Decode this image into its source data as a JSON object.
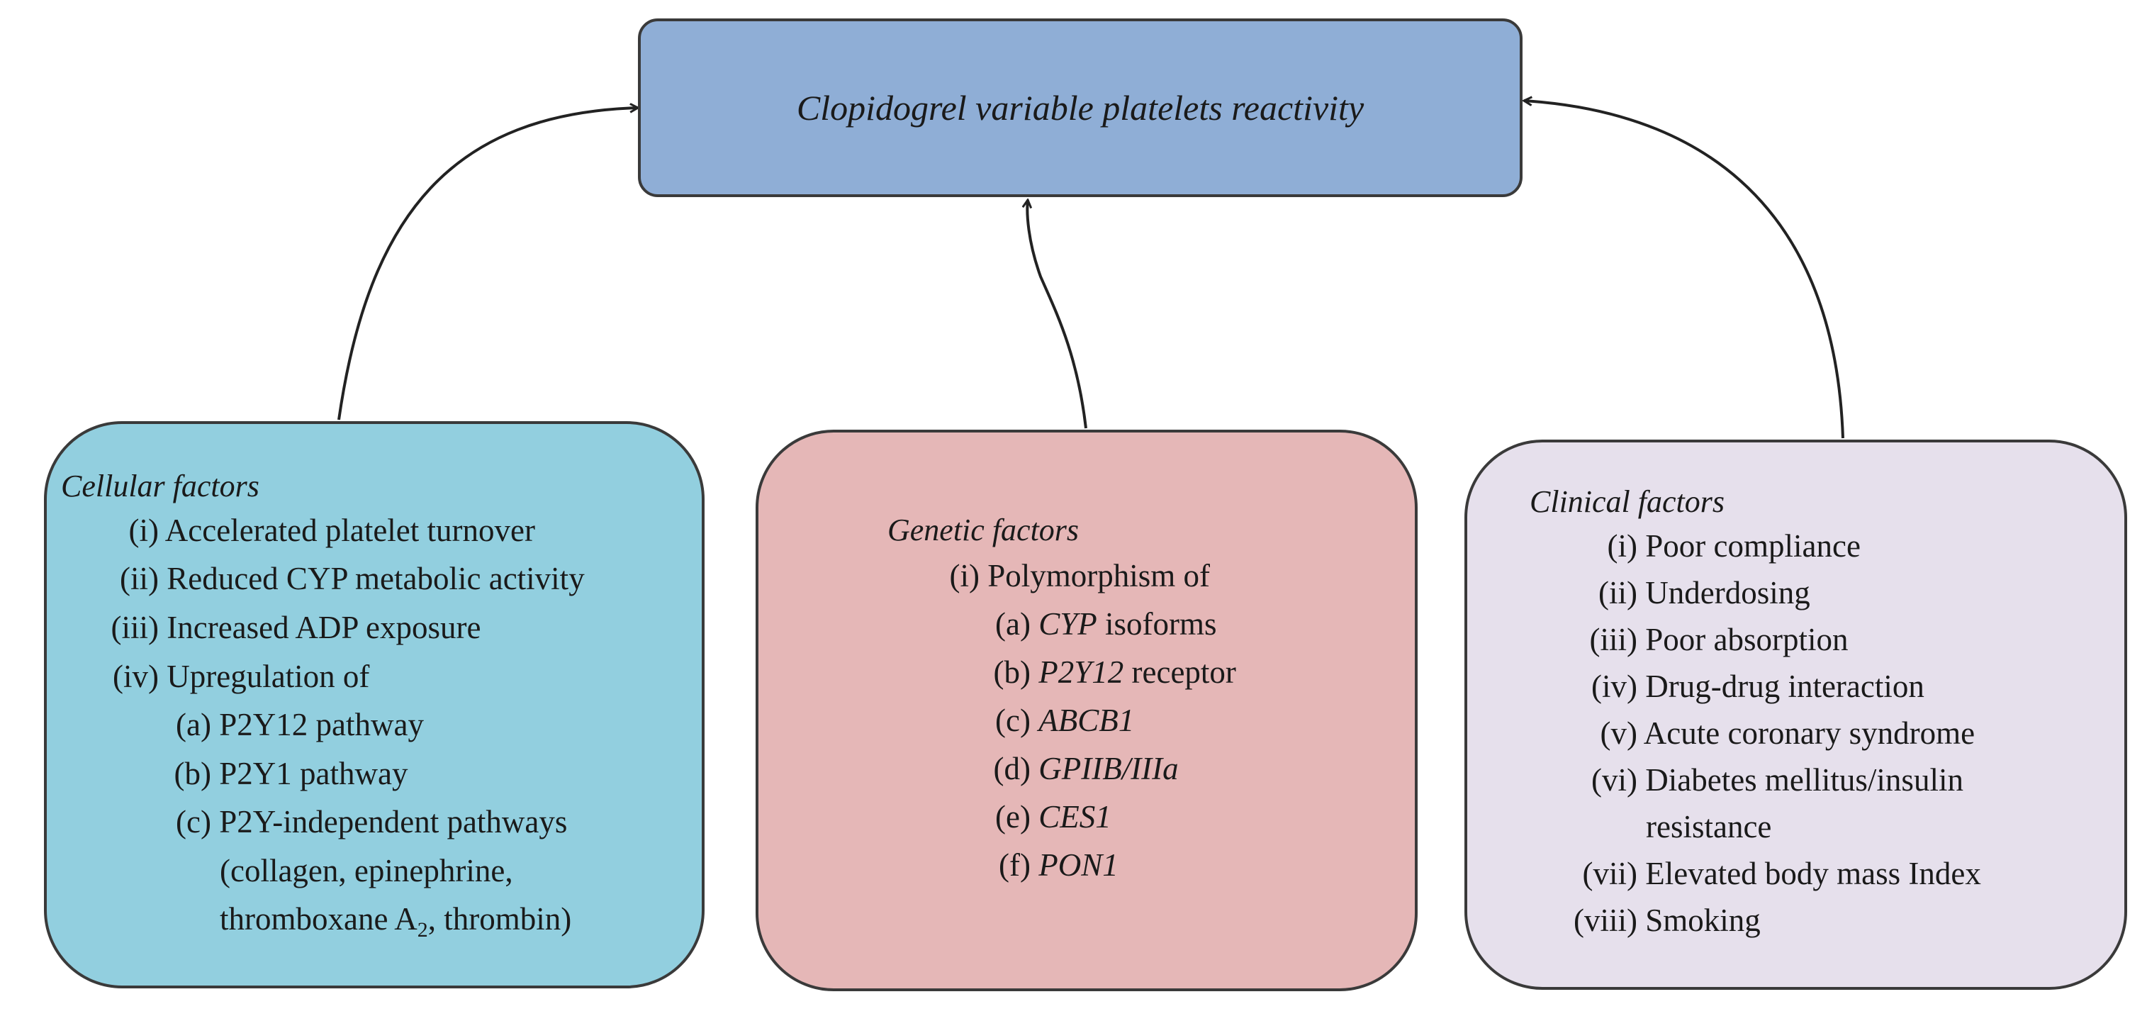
{
  "title": "Clopidogrel variable platelets reactivity",
  "cellular": {
    "heading": "Cellular factors",
    "items": [
      {
        "num": "(i)",
        "text": "Accelerated platelet turnover"
      },
      {
        "num": "(ii)",
        "text": "Reduced CYP metabolic activity"
      },
      {
        "num": "(iii)",
        "text": "Increased ADP exposure"
      },
      {
        "num": "(iv)",
        "text": "Upregulation of"
      }
    ],
    "subitems": [
      {
        "num": "(a)",
        "text": "P2Y12 pathway"
      },
      {
        "num": "(b)",
        "text": "P2Y1 pathway"
      },
      {
        "num": "(c)",
        "text": "P2Y-independent pathways"
      }
    ],
    "continuation_1": "(collagen, epinephrine,",
    "continuation_2_pre": "thromboxane A",
    "continuation_2_sub": "2",
    "continuation_2_post": ", thrombin)"
  },
  "genetic": {
    "heading": "Genetic factors",
    "item_num": "(i)",
    "item_text": "Polymorphism of",
    "subitems": [
      {
        "num": "(a)",
        "italic": "CYP",
        "rest": " isoforms"
      },
      {
        "num": "(b)",
        "italic": "P2Y12",
        "rest": " receptor"
      },
      {
        "num": "(c)",
        "italic": "ABCB1",
        "rest": ""
      },
      {
        "num": "(d)",
        "italic": "GPIIB/IIIa",
        "rest": ""
      },
      {
        "num": "(e)",
        "italic": "CES1",
        "rest": ""
      },
      {
        "num": "(f)",
        "italic": "PON1",
        "rest": ""
      }
    ]
  },
  "clinical": {
    "heading": "Clinical factors",
    "items": [
      {
        "num": "(i)",
        "text": "Poor compliance"
      },
      {
        "num": "(ii)",
        "text": "Underdosing"
      },
      {
        "num": "(iii)",
        "text": "Poor absorption"
      },
      {
        "num": "(iv)",
        "text": "Drug-drug interaction"
      },
      {
        "num": "(v)",
        "text": "Acute coronary syndrome"
      },
      {
        "num": "(vi)",
        "text": "Diabetes mellitus/insulin"
      },
      {
        "num": "(vii)",
        "text": "Elevated body mass Index"
      },
      {
        "num": "(viii)",
        "text": "Smoking"
      }
    ],
    "continuation": "resistance"
  },
  "colors": {
    "title_fill": "#8faed6",
    "cellular_fill": "#92cfdf",
    "genetic_fill": "#e5b7b7",
    "clinical_fill": "#e6e0ec"
  }
}
